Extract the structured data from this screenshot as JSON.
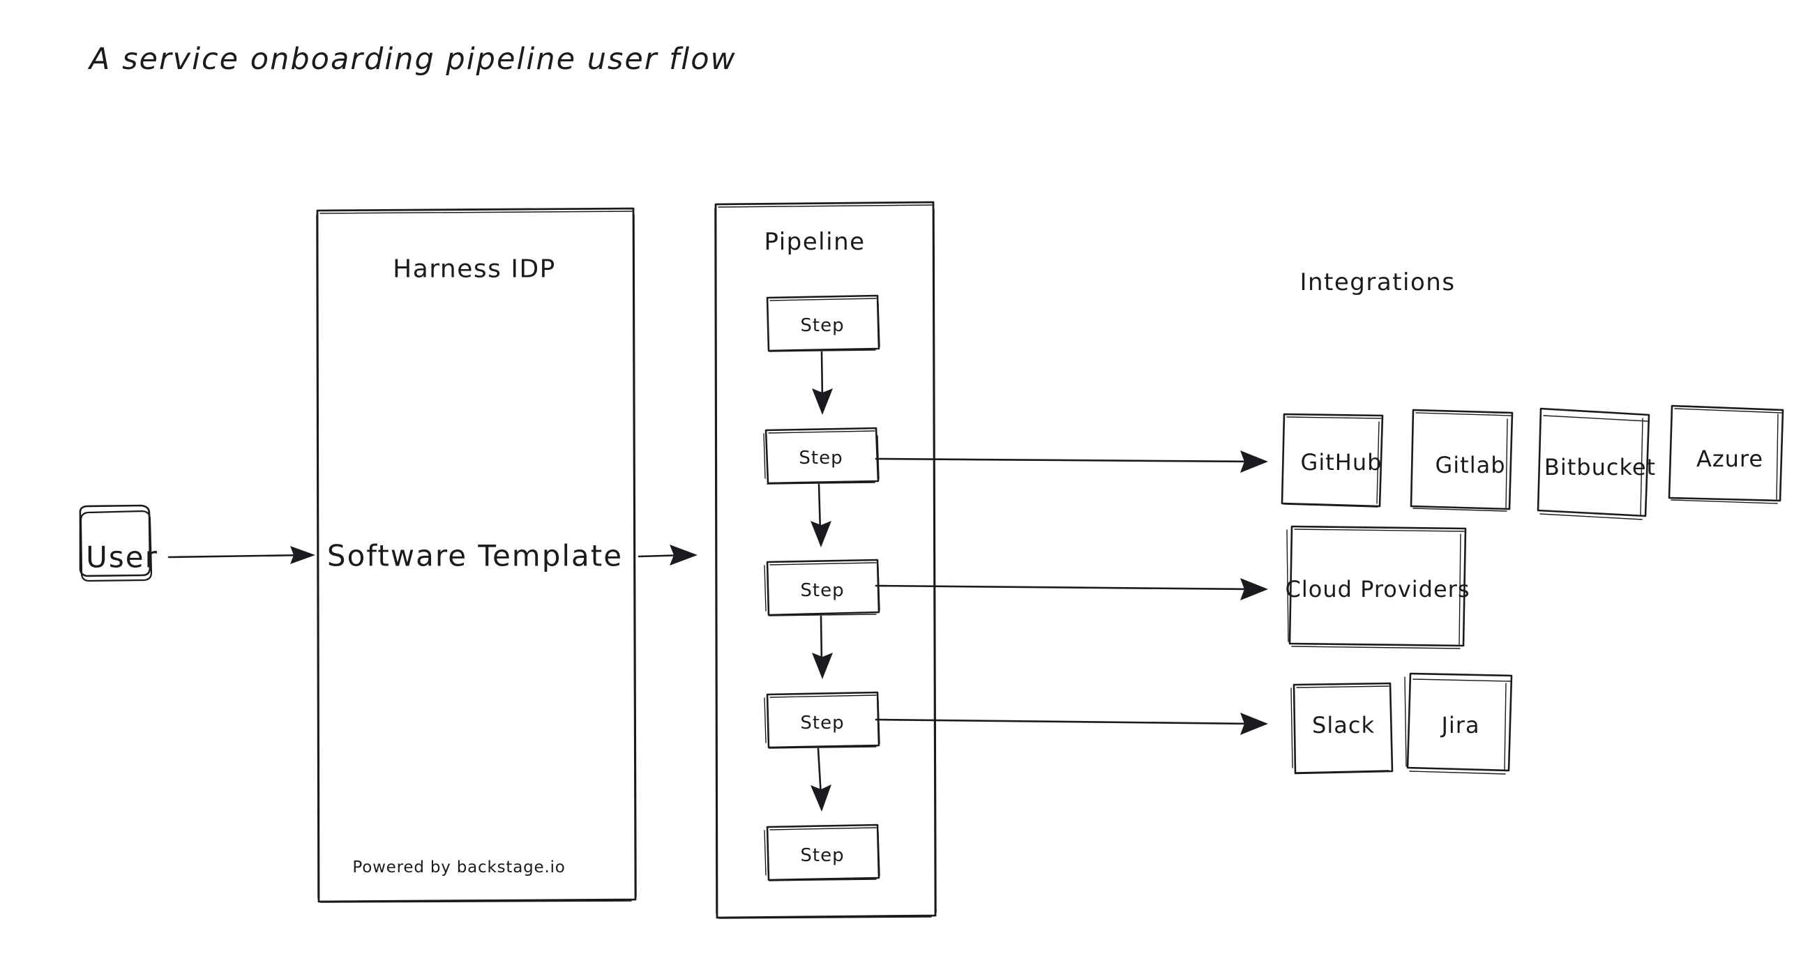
{
  "diagram": {
    "title": "A service onboarding pipeline user flow",
    "background_color": "#ffffff",
    "stroke_color": "#1b1b1f",
    "style": "hand-drawn"
  },
  "actor": {
    "label": "User"
  },
  "idp": {
    "header": "Harness IDP",
    "body_label": "Software Template",
    "footer": "Powered by backstage.io"
  },
  "pipeline": {
    "header": "Pipeline",
    "steps": [
      {
        "label": "Step"
      },
      {
        "label": "Step"
      },
      {
        "label": "Step"
      },
      {
        "label": "Step"
      },
      {
        "label": "Step"
      }
    ]
  },
  "integrations": {
    "header": "Integrations",
    "scm": [
      {
        "label": "GitHub"
      },
      {
        "label": "Gitlab"
      },
      {
        "label": "Bitbucket"
      },
      {
        "label": "Azure"
      }
    ],
    "cloud": [
      {
        "label": "Cloud Providers"
      }
    ],
    "collaboration": [
      {
        "label": "Slack"
      },
      {
        "label": "Jira"
      }
    ]
  },
  "connections": [
    {
      "from": "User",
      "to": "Harness IDP"
    },
    {
      "from": "Software Template",
      "to": "Pipeline"
    },
    {
      "from": "Step 1",
      "to": "Step 2"
    },
    {
      "from": "Step 2",
      "to": "Step 3"
    },
    {
      "from": "Step 3",
      "to": "Step 4"
    },
    {
      "from": "Step 4",
      "to": "Step 5"
    },
    {
      "from": "Step 2",
      "to": "GitHub"
    },
    {
      "from": "Step 3",
      "to": "Cloud Providers"
    },
    {
      "from": "Step 4",
      "to": "Slack"
    }
  ]
}
